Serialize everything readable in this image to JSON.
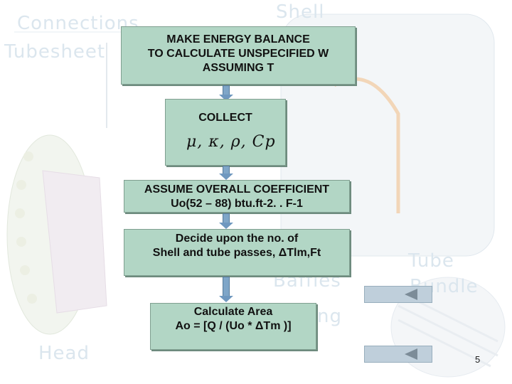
{
  "background": {
    "labels": {
      "connections": "Connections",
      "tubesheet": "Tubesheet",
      "shell": "Shell",
      "tube": "Tube",
      "bundle": "Bundle",
      "baffles": "Baffles",
      "ng": "ng",
      "head": "Head"
    }
  },
  "flowchart": {
    "step1": {
      "line1": "MAKE ENERGY BALANCE",
      "line2": "TO CALCULATE UNSPECIFIED W",
      "line3": "ASSUMING T"
    },
    "step2": {
      "line1": "COLLECT",
      "formula": "μ, κ, ρ, Cp"
    },
    "step3": {
      "line1": "ASSUME OVERALL COEFFICIENT",
      "line2": "Uo(52 – 88) btu.ft-2. . F-1"
    },
    "step4": {
      "line1": "Decide upon the no. of",
      "line2": "Shell and tube passes, ΔTlm,Ft"
    },
    "step5": {
      "line1": "Calculate Area",
      "line2": "Ao = [Q / (Uo * ΔTm )]"
    }
  },
  "navigation": {
    "back_icon": "triangle-left-icon"
  },
  "slide": {
    "page_number": "5"
  },
  "colors": {
    "box_fill": "#b2d6c5",
    "arrow_fill": "#7fa6c8",
    "nav_button": "#bfcfdb"
  }
}
